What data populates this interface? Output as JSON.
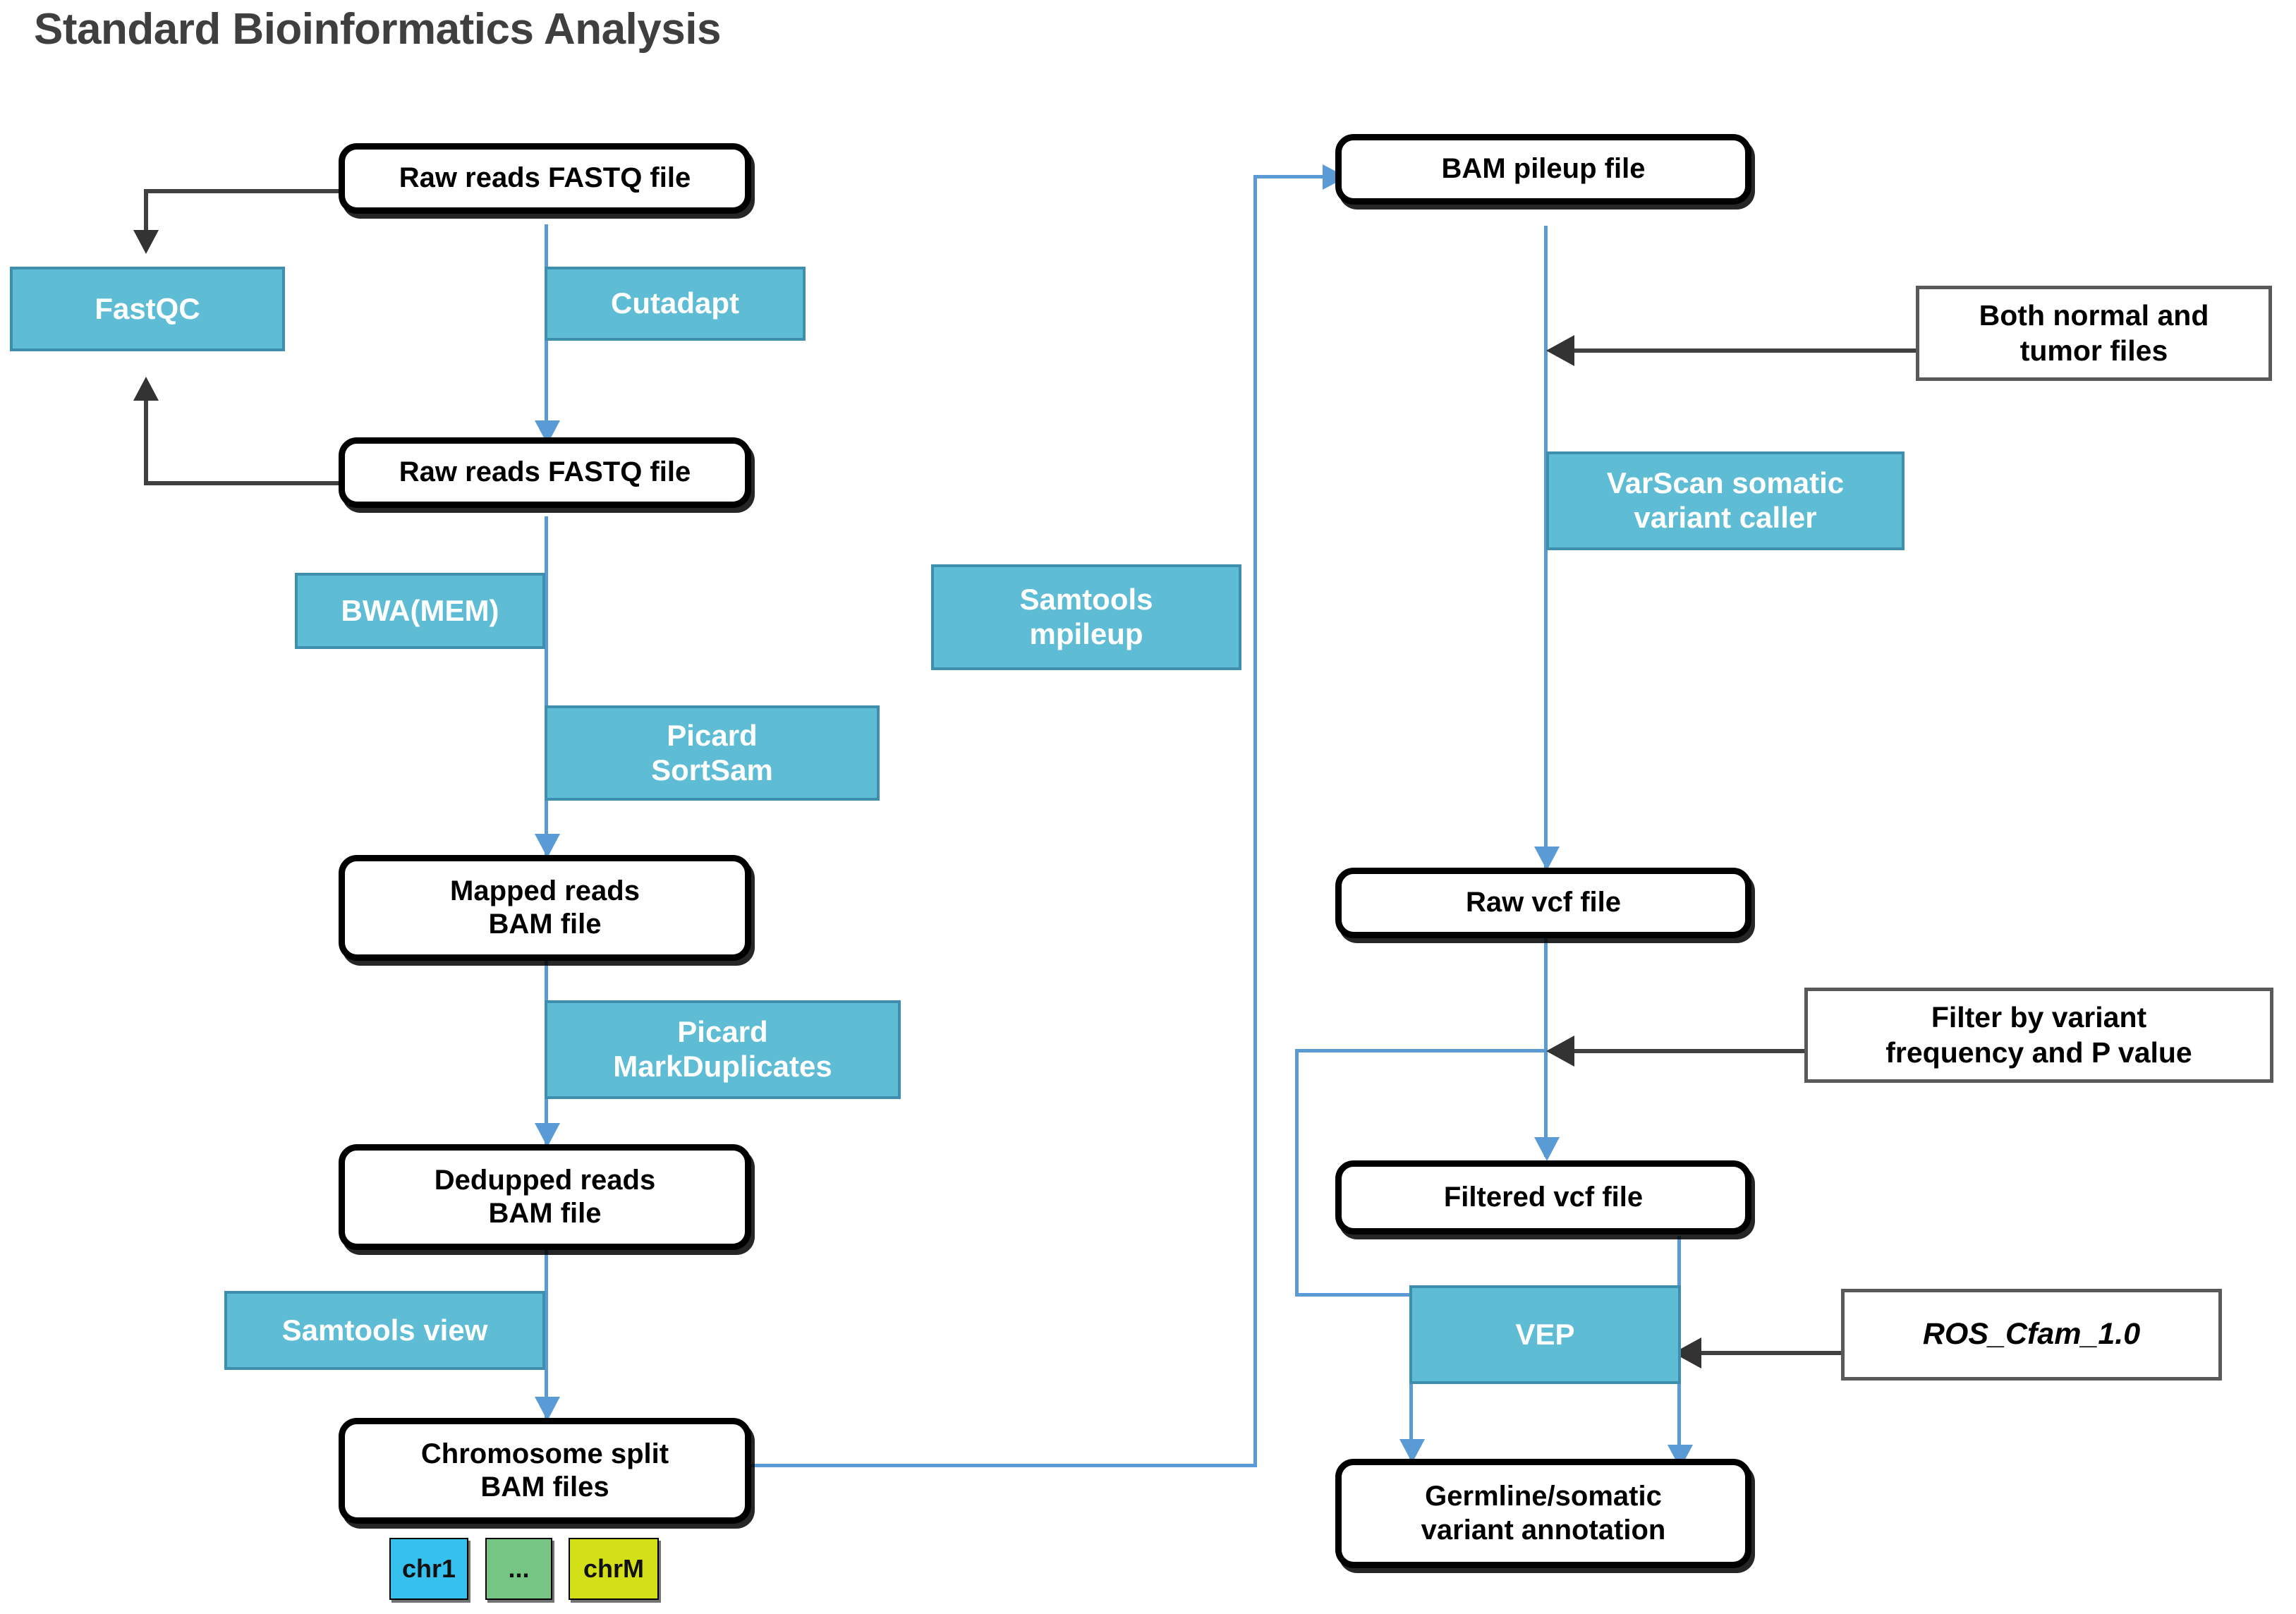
{
  "title": "Standard Bioinformatics Analysis",
  "colors": {
    "tool_fill": "#5EBCD4",
    "tool_border": "#3E8FAD",
    "file_border": "#000000",
    "annotation_border": "#595959",
    "blue_connector": "#5B9BD5",
    "dark_connector": "#404040",
    "title_text": "#3F3F3F",
    "chr1_fill": "#35C0EE",
    "chr_mid_fill": "#76C585",
    "chrM_fill": "#D4E017"
  },
  "nodes": {
    "raw_fastq_1": "Raw reads FASTQ file",
    "fastqc": "FastQC",
    "cutadapt": "Cutadapt",
    "raw_fastq_2": "Raw reads FASTQ file",
    "bwa_mem": "BWA(MEM)",
    "picard_sortsam": "Picard\nSortSam",
    "picard_sortsam_l1": "Picard",
    "picard_sortsam_l2": "SortSam",
    "mapped_reads_l1": "Mapped reads",
    "mapped_reads_l2": "BAM file",
    "picard_markdup_l1": "Picard",
    "picard_markdup_l2": "MarkDuplicates",
    "dedupped_l1": "Dedupped reads",
    "dedupped_l2": "BAM file",
    "samtools_view": "Samtools view",
    "chrom_split_l1": "Chromosome split",
    "chrom_split_l2": "BAM files",
    "samtools_mpileup_l1": "Samtools",
    "samtools_mpileup_l2": "mpileup",
    "bam_pileup": "BAM pileup file",
    "both_normal_tumor_l1": "Both normal and",
    "both_normal_tumor_l2": "tumor files",
    "varscan_l1": "VarScan somatic",
    "varscan_l2": "variant caller",
    "raw_vcf": "Raw vcf file",
    "filter_variant_l1": "Filter by variant",
    "filter_variant_l2": "frequency and P value",
    "filtered_vcf": "Filtered vcf file",
    "vep": "VEP",
    "ros_cfam": "ROS_Cfam_1.0",
    "germline_somatic_l1": "Germline/somatic",
    "germline_somatic_l2": "variant annotation"
  },
  "chromosome_chips": [
    {
      "label": "chr1",
      "fill": "#35C0EE"
    },
    {
      "label": "...",
      "fill": "#76C585"
    },
    {
      "label": "chrM",
      "fill": "#D4E017"
    }
  ]
}
